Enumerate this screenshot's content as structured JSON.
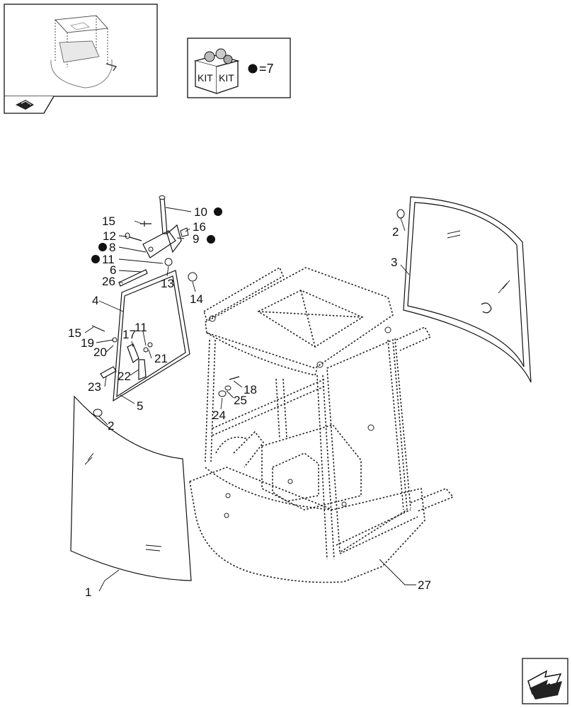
{
  "kit_box": {
    "label_left": "KIT",
    "label_right": "KIT",
    "equals_text": "=7"
  },
  "callouts": [
    {
      "id": "1",
      "text": "1"
    },
    {
      "id": "2a",
      "text": "2"
    },
    {
      "id": "2b",
      "text": "2"
    },
    {
      "id": "3",
      "text": "3"
    },
    {
      "id": "4",
      "text": "4"
    },
    {
      "id": "5",
      "text": "5"
    },
    {
      "id": "6",
      "text": "6"
    },
    {
      "id": "8",
      "text": "8"
    },
    {
      "id": "9",
      "text": "9"
    },
    {
      "id": "10",
      "text": "10"
    },
    {
      "id": "11a",
      "text": "11"
    },
    {
      "id": "11b",
      "text": "11"
    },
    {
      "id": "12",
      "text": "12"
    },
    {
      "id": "13",
      "text": "13"
    },
    {
      "id": "14",
      "text": "14"
    },
    {
      "id": "15a",
      "text": "15"
    },
    {
      "id": "15b",
      "text": "15"
    },
    {
      "id": "16",
      "text": "16"
    },
    {
      "id": "17",
      "text": "17"
    },
    {
      "id": "18",
      "text": "18"
    },
    {
      "id": "19",
      "text": "19"
    },
    {
      "id": "20",
      "text": "20"
    },
    {
      "id": "21",
      "text": "21"
    },
    {
      "id": "22",
      "text": "22"
    },
    {
      "id": "23",
      "text": "23"
    },
    {
      "id": "24",
      "text": "24"
    },
    {
      "id": "25",
      "text": "25"
    },
    {
      "id": "26",
      "text": "26"
    },
    {
      "id": "27",
      "text": "27"
    }
  ],
  "kit_marked_callouts": [
    "10",
    "9",
    "8",
    "11"
  ]
}
